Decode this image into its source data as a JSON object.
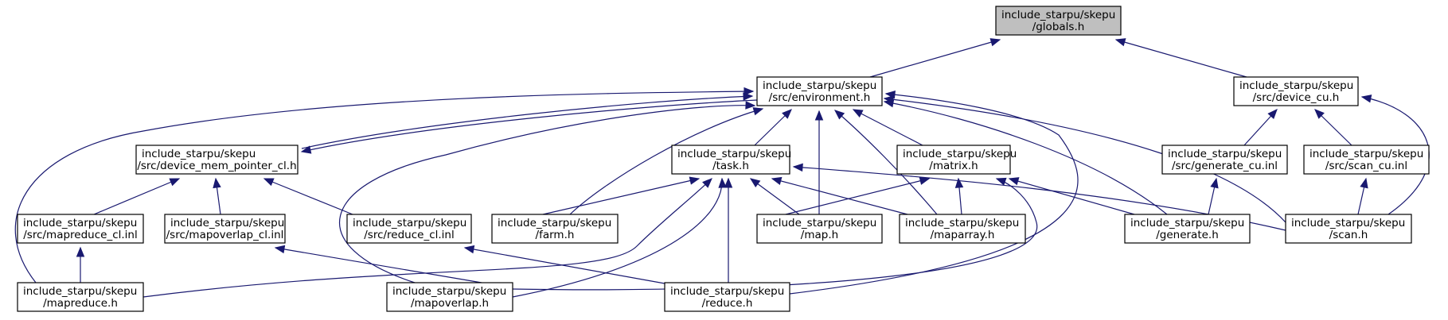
{
  "graph": {
    "root": "globals",
    "nodes": [
      {
        "id": "globals",
        "line1": "include_starpu/skepu",
        "line2": "/globals.h"
      },
      {
        "id": "environment",
        "line1": "include_starpu/skepu",
        "line2": "/src/environment.h"
      },
      {
        "id": "device_cu",
        "line1": "include_starpu/skepu",
        "line2": "/src/device_cu.h"
      },
      {
        "id": "device_mem_pointer_cl",
        "line1": "include_starpu/skepu",
        "line2": "/src/device_mem_pointer_cl.h"
      },
      {
        "id": "task",
        "line1": "include_starpu/skepu",
        "line2": "/task.h"
      },
      {
        "id": "matrix",
        "line1": "include_starpu/skepu",
        "line2": "/matrix.h"
      },
      {
        "id": "generate_cu",
        "line1": "include_starpu/skepu",
        "line2": "/src/generate_cu.inl"
      },
      {
        "id": "scan_cu",
        "line1": "include_starpu/skepu",
        "line2": "/src/scan_cu.inl"
      },
      {
        "id": "mapreduce_cl",
        "line1": "include_starpu/skepu",
        "line2": "/src/mapreduce_cl.inl"
      },
      {
        "id": "mapoverlap_cl",
        "line1": "include_starpu/skepu",
        "line2": "/src/mapoverlap_cl.inl"
      },
      {
        "id": "reduce_cl",
        "line1": "include_starpu/skepu",
        "line2": "/src/reduce_cl.inl"
      },
      {
        "id": "farm",
        "line1": "include_starpu/skepu",
        "line2": "/farm.h"
      },
      {
        "id": "map",
        "line1": "include_starpu/skepu",
        "line2": "/map.h"
      },
      {
        "id": "maparray",
        "line1": "include_starpu/skepu",
        "line2": "/maparray.h"
      },
      {
        "id": "generate",
        "line1": "include_starpu/skepu",
        "line2": "/generate.h"
      },
      {
        "id": "scan",
        "line1": "include_starpu/skepu",
        "line2": "/scan.h"
      },
      {
        "id": "mapreduce",
        "line1": "include_starpu/skepu",
        "line2": "/mapreduce.h"
      },
      {
        "id": "mapoverlap",
        "line1": "include_starpu/skepu",
        "line2": "/mapoverlap.h"
      },
      {
        "id": "reduce",
        "line1": "include_starpu/skepu",
        "line2": "/reduce.h"
      }
    ],
    "edges": [
      {
        "from": "environment",
        "to": "globals"
      },
      {
        "from": "device_cu",
        "to": "globals"
      },
      {
        "from": "device_mem_pointer_cl",
        "to": "environment"
      },
      {
        "from": "environment",
        "to": "device_mem_pointer_cl"
      },
      {
        "from": "task",
        "to": "environment"
      },
      {
        "from": "matrix",
        "to": "environment"
      },
      {
        "from": "farm",
        "to": "environment"
      },
      {
        "from": "map",
        "to": "environment"
      },
      {
        "from": "maparray",
        "to": "environment"
      },
      {
        "from": "generate",
        "to": "environment"
      },
      {
        "from": "scan",
        "to": "environment"
      },
      {
        "from": "mapreduce",
        "to": "environment"
      },
      {
        "from": "mapoverlap",
        "to": "environment"
      },
      {
        "from": "reduce",
        "to": "environment"
      },
      {
        "from": "generate_cu",
        "to": "device_cu"
      },
      {
        "from": "scan_cu",
        "to": "device_cu"
      },
      {
        "from": "scan",
        "to": "device_cu"
      },
      {
        "from": "mapreduce_cl",
        "to": "device_mem_pointer_cl"
      },
      {
        "from": "mapoverlap_cl",
        "to": "device_mem_pointer_cl"
      },
      {
        "from": "reduce_cl",
        "to": "device_mem_pointer_cl"
      },
      {
        "from": "farm",
        "to": "task"
      },
      {
        "from": "map",
        "to": "task"
      },
      {
        "from": "maparray",
        "to": "task"
      },
      {
        "from": "mapreduce",
        "to": "task"
      },
      {
        "from": "mapoverlap",
        "to": "task"
      },
      {
        "from": "reduce",
        "to": "task"
      },
      {
        "from": "scan",
        "to": "task"
      },
      {
        "from": "map",
        "to": "matrix"
      },
      {
        "from": "maparray",
        "to": "matrix"
      },
      {
        "from": "generate",
        "to": "matrix"
      },
      {
        "from": "mapoverlap",
        "to": "matrix"
      },
      {
        "from": "generate",
        "to": "generate_cu"
      },
      {
        "from": "scan",
        "to": "scan_cu"
      },
      {
        "from": "mapreduce",
        "to": "mapreduce_cl"
      },
      {
        "from": "mapoverlap",
        "to": "mapoverlap_cl"
      },
      {
        "from": "reduce",
        "to": "reduce_cl"
      }
    ]
  }
}
